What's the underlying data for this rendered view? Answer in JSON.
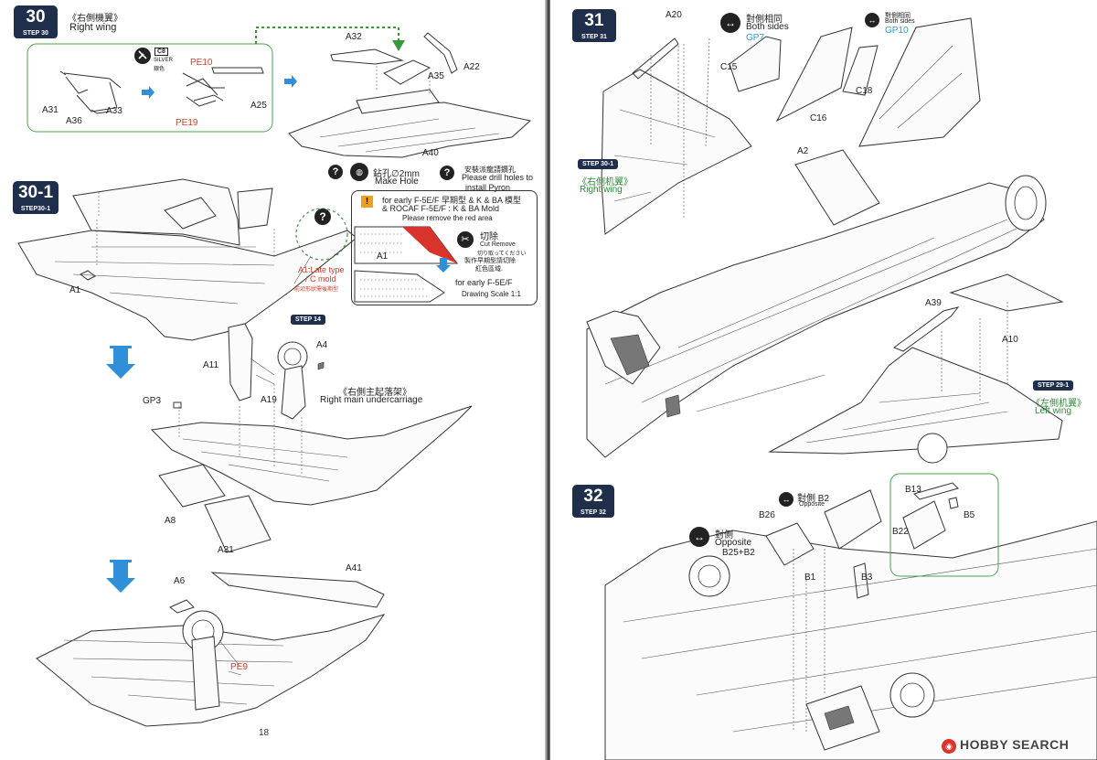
{
  "left_page": {
    "page_number": "18",
    "step30": {
      "number": "30",
      "label": "STEP 30",
      "title_cn": "《右側機翼》",
      "title_en": "Right wing",
      "paint_code": "C8",
      "paint_en": "SILVER",
      "paint_cn": "銀色",
      "parts": [
        "A31",
        "A36",
        "A33",
        "PE10",
        "A25",
        "PE19",
        "A32",
        "A35",
        "A22",
        "A40"
      ]
    },
    "drill": {
      "hole_cn": "鉆孔∅2mm",
      "hole_en": "Make Hole",
      "pylon_cn": "安裝派龍請鑽孔",
      "pylon_en_1": "Please drill holes to",
      "pylon_en_2": "install Pyron"
    },
    "step30_1": {
      "number": "30-1",
      "label": "STEP30-1",
      "part_a1": "A1",
      "late_type_1": "A1:Late type",
      "late_type_2": "/ C mold",
      "late_type_cn": "前沿形狀需後期型",
      "note_line1": "for early F-5E/F  早期型 & K & BA 模型",
      "note_line2": "& ROCAF F-5E/F : K & BA  Mold",
      "note_line3": "Please remove the red area",
      "note_cut_cn": "切除",
      "note_cut_en": "Cut Remove",
      "note_cut_jp": "切り取ってください",
      "note_early_cn_1": "製作早期型請切除",
      "note_early_cn_2": "紅色區域.",
      "note_a1": "A1",
      "note_early_en": "for early F-5E/F",
      "note_scale": "Drawing Scale 1:1"
    },
    "undercarriage": {
      "step_ref": "STEP 14",
      "parts": [
        "A4",
        "A11",
        "A19",
        "GP3",
        "A8",
        "A31"
      ],
      "title_cn": "《右側主起落架》",
      "title_en": "Right main undercarriage"
    },
    "final": {
      "parts": [
        "A6",
        "A41",
        "PE9"
      ]
    }
  },
  "right_page": {
    "step31": {
      "number": "31",
      "label": "STEP 31",
      "both_sides_cn_1": "對側相同",
      "both_sides_en_1": "Both sides",
      "gp7": "GP7",
      "both_sides_cn_2": "對側相同",
      "both_sides_en_2": "Both sides",
      "gp10": "GP10",
      "parts": [
        "A20",
        "C15",
        "C16",
        "C18",
        "A2",
        "A39",
        "A10"
      ],
      "ref_right": {
        "step": "STEP 30-1",
        "cn": "《右側机翼》",
        "en": "Right wing"
      },
      "ref_left": {
        "step": "STEP 29-1",
        "cn": "《左側机翼》",
        "en": "Left wing"
      }
    },
    "step32": {
      "number": "32",
      "label": "STEP 32",
      "opposite_cn_1": "對側",
      "opposite_en_1": "Opposite",
      "opposite_parts": "B25+B2",
      "opposite_cn_2": "對側 B2",
      "opposite_en_2": "Opposite",
      "parts": [
        "B26",
        "B1",
        "B3",
        "B13",
        "B5",
        "B22"
      ]
    },
    "watermark": "HOBBY SEARCH"
  },
  "colors": {
    "step_bg": "#1f2e4a",
    "accent_red": "#d73a2a",
    "green": "#2f8a3a",
    "blue": "#2a9ad2",
    "arrow": "#2f8fd8"
  }
}
